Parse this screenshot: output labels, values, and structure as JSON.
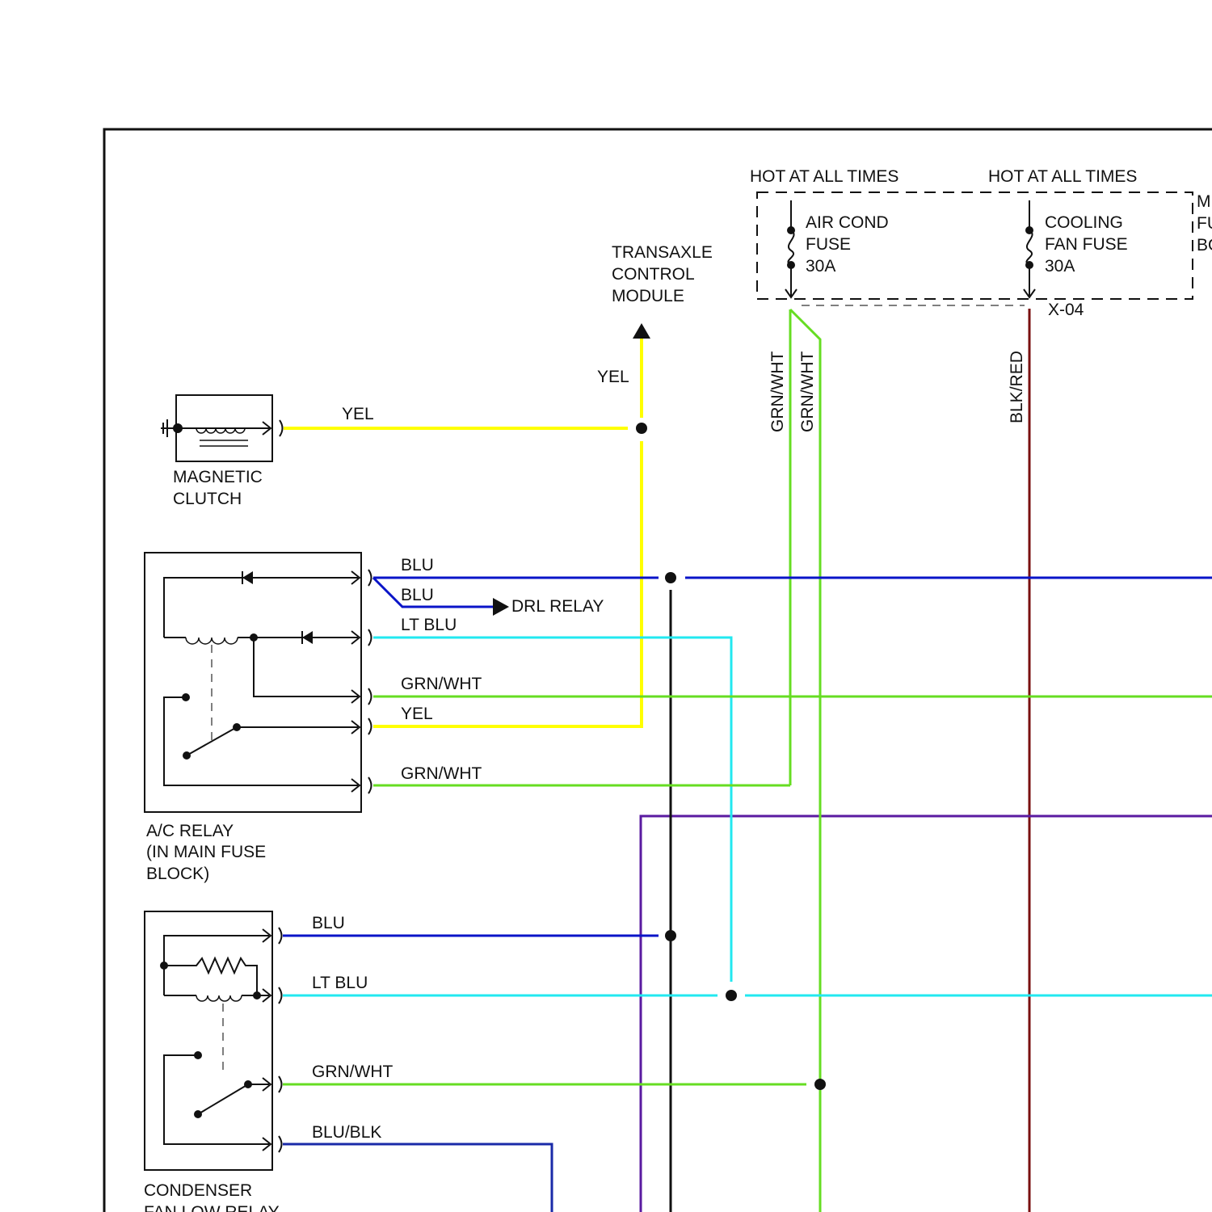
{
  "colors": {
    "yellow": "#ffff00",
    "blue": "#0a14c8",
    "lt_blue": "#22e8f0",
    "green": "#66dd22",
    "blk_red": "#7a1010",
    "purple": "#5a1aa0",
    "black": "#111111"
  },
  "labels": {
    "hot1": "HOT AT ALL TIMES",
    "hot2": "HOT AT ALL TIMES",
    "fuse1": [
      "AIR COND",
      "FUSE",
      "30A"
    ],
    "fuse2": [
      "COOLING",
      "FAN FUSE",
      "30A"
    ],
    "fuse_box_cut": [
      "M",
      "FU",
      "BO"
    ],
    "tcm": [
      "TRANSAXLE",
      "CONTROL",
      "MODULE"
    ],
    "connector": "X-04",
    "magnetic_clutch": [
      "MAGNETIC",
      "CLUTCH"
    ],
    "ac_relay": [
      "A/C RELAY",
      "(IN MAIN FUSE",
      "BLOCK)"
    ],
    "condenser_relay": [
      "CONDENSER",
      "FAN LOW RELAY"
    ],
    "drl_relay": "DRL RELAY"
  },
  "wires": {
    "yel_tcm": "YEL",
    "yel_clutch": "YEL",
    "grn_wht_v1": "GRN/WHT",
    "grn_wht_v2": "GRN/WHT",
    "blk_red": "BLK/RED",
    "ac_blu": "BLU",
    "ac_blu_drl": "BLU",
    "ac_lt_blu": "LT BLU",
    "ac_grn_wht": "GRN/WHT",
    "ac_yel": "YEL",
    "ac_grn_wht2": "GRN/WHT",
    "cf_blu": "BLU",
    "cf_lt_blu": "LT BLU",
    "cf_grn_wht": "GRN/WHT",
    "cf_blu_blk": "BLU/BLK"
  }
}
